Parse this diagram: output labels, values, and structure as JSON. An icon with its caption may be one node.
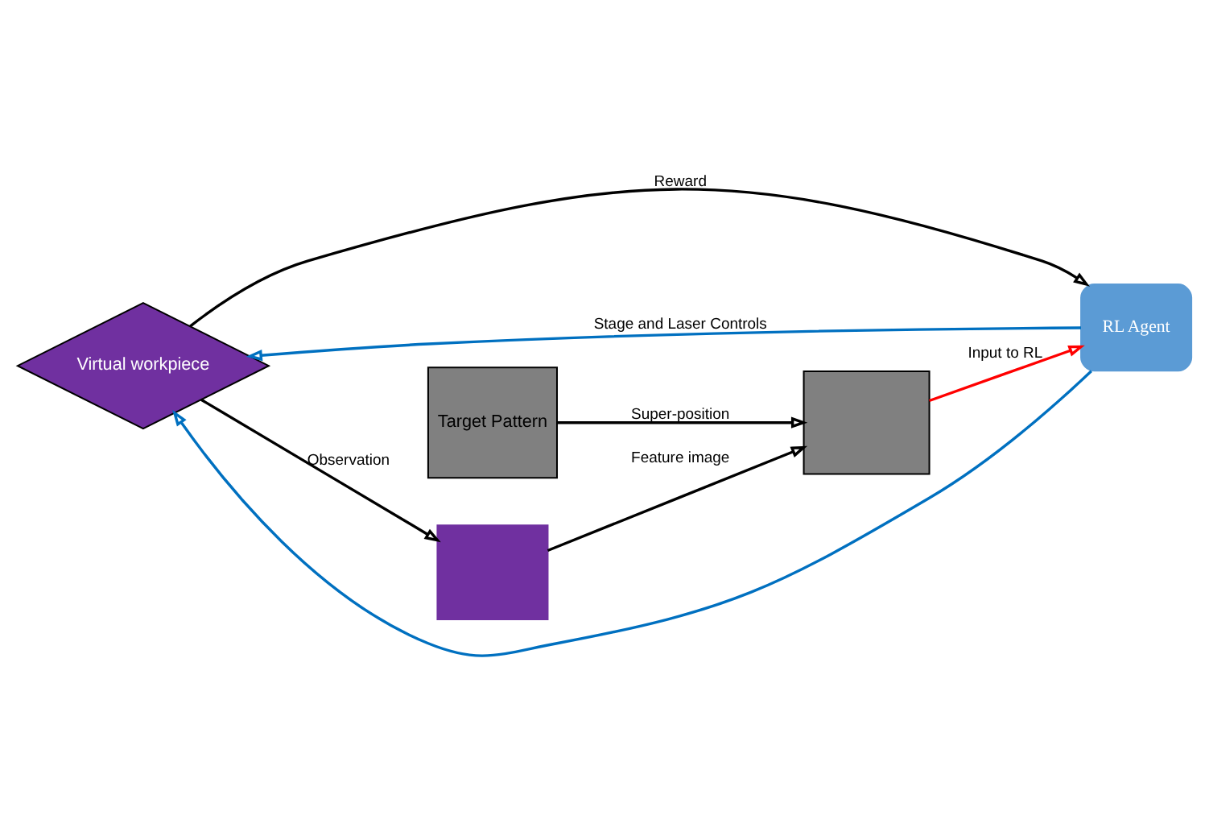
{
  "diagram": {
    "nodes": [
      {
        "text": [
          "Virtual workpiece"
        ]
      },
      {
        "text": [],
        "shape": "box"
      },
      {
        "text": [
          "Target Pattern"
        ]
      },
      {
        "text": [],
        "shape": "box"
      },
      {
        "text": [
          "RL Agent"
        ]
      }
    ],
    "edges": [
      {
        "from": 0,
        "to": 1,
        "arrow": "to",
        "label": "Observation"
      },
      {
        "from": 0,
        "to": 4,
        "arrow": "to",
        "label": "Reward"
      },
      {
        "from": 1,
        "to": 3,
        "arrow": "to",
        "label": "Feature image"
      },
      {
        "from": 2,
        "to": 3,
        "arrow": "to",
        "label": "Super-position"
      },
      {
        "from": 3,
        "to": 4,
        "arrow": "to",
        "label": "Input to RL",
        "color": "#ff0000"
      },
      {
        "from": 4,
        "to": 0,
        "arrow": "to",
        "label": "Stage and Laser Controls",
        "color": "#0070c0"
      },
      {
        "from": 4,
        "to": 0,
        "arrow": "to",
        "color": "#0070c0"
      }
    ]
  }
}
